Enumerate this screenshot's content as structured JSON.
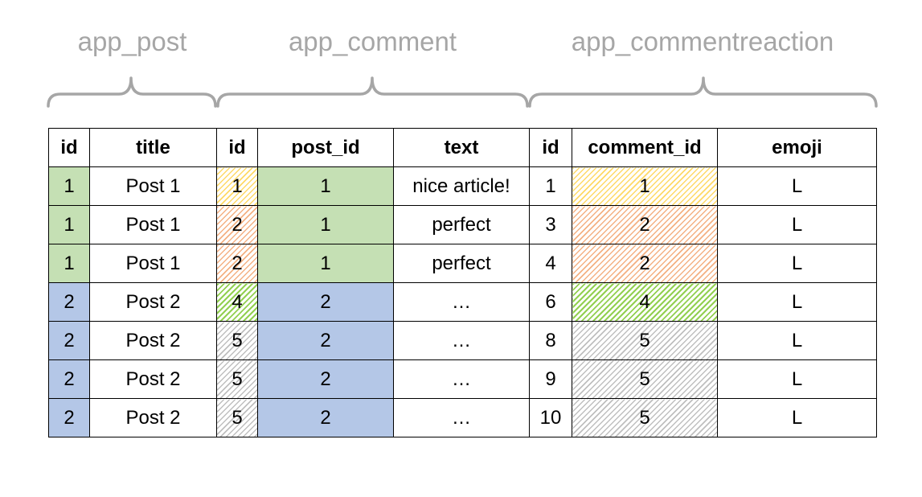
{
  "groups": [
    {
      "label": "app_post"
    },
    {
      "label": "app_comment"
    },
    {
      "label": "app_commentreaction"
    }
  ],
  "columns": [
    "id",
    "title",
    "id",
    "post_id",
    "text",
    "id",
    "comment_id",
    "emoji"
  ],
  "colors": {
    "green_fill": "#c5e0b4",
    "blue_fill": "#b4c7e7",
    "hatch_yellow": "#ffd966",
    "hatch_orange": "#f4b183",
    "hatch_green": "#92d050",
    "hatch_gray": "#bfbfbf",
    "label_gray": "#a6a6a6"
  },
  "rows": [
    {
      "cells": [
        "1",
        "Post 1",
        "1",
        "1",
        "nice article!",
        "1",
        "1",
        "L"
      ],
      "post_color": "green",
      "comment_hatch": "yellow"
    },
    {
      "cells": [
        "1",
        "Post 1",
        "2",
        "1",
        "perfect",
        "3",
        "2",
        "L"
      ],
      "post_color": "green",
      "comment_hatch": "orange"
    },
    {
      "cells": [
        "1",
        "Post 1",
        "2",
        "1",
        "perfect",
        "4",
        "2",
        "L"
      ],
      "post_color": "green",
      "comment_hatch": "orange"
    },
    {
      "cells": [
        "2",
        "Post 2",
        "4",
        "2",
        "…",
        "6",
        "4",
        "L"
      ],
      "post_color": "blue",
      "comment_hatch": "green"
    },
    {
      "cells": [
        "2",
        "Post 2",
        "5",
        "2",
        "…",
        "8",
        "5",
        "L"
      ],
      "post_color": "blue",
      "comment_hatch": "gray"
    },
    {
      "cells": [
        "2",
        "Post 2",
        "5",
        "2",
        "…",
        "9",
        "5",
        "L"
      ],
      "post_color": "blue",
      "comment_hatch": "gray"
    },
    {
      "cells": [
        "2",
        "Post 2",
        "5",
        "2",
        "…",
        "10",
        "5",
        "L"
      ],
      "post_color": "blue",
      "comment_hatch": "gray"
    }
  ]
}
